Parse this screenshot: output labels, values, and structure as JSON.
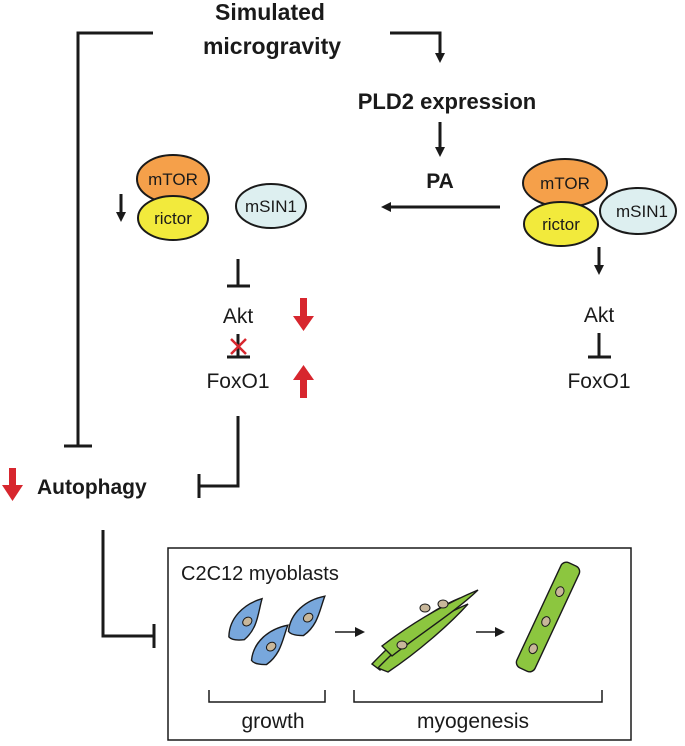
{
  "labels": {
    "simulated_line1": "Simulated",
    "simulated_line2": "microgravity",
    "pld2": "PLD2 expression",
    "pa": "PA",
    "mtor": "mTOR",
    "rictor": "rictor",
    "msin1": "mSIN1",
    "akt": "Akt",
    "foxo1": "FoxO1",
    "autophagy": "Autophagy",
    "c2c12": "C2C12 myoblasts",
    "growth": "growth",
    "myogenesis": "myogenesis"
  },
  "colors": {
    "mtor": "#f5a04a",
    "rictor": "#f2ea3c",
    "msin1": "#ddeff0",
    "down_arrow": "#d7262e",
    "up_arrow": "#d7262e",
    "myoblast": "#78a7dc",
    "myotube": "#8cc63f",
    "nucleus": "#c8b79a"
  }
}
